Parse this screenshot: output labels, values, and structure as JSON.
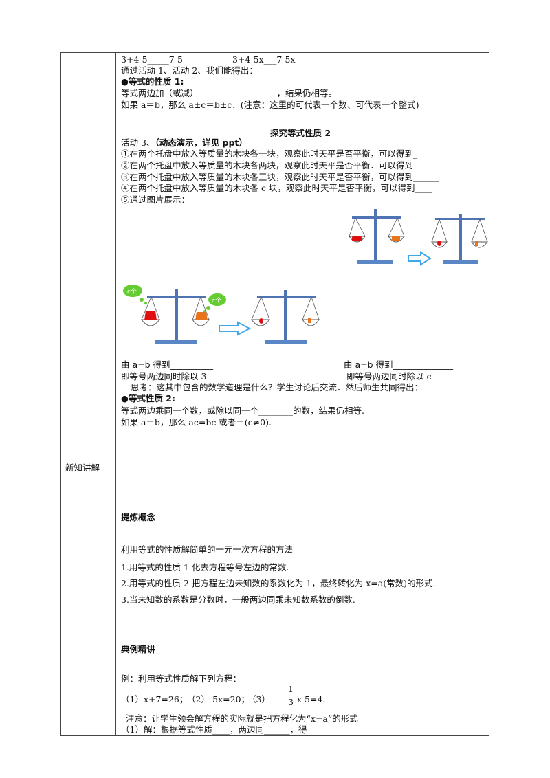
{
  "activity_lines": {
    "compare_left": "3+4-5_____7-5",
    "compare_right": "3+4-5x___7-5x",
    "conclusion_intro": "通过活动 1、活动 2、我们能得出："
  },
  "property1": {
    "heading": "●等式的性质 1:",
    "statement_prefix": "等式两边加（或减）",
    "statement_suffix": "，结果仍相等。",
    "formula": "如果 a＝b，那么 a±c＝b±c．(注意：这里的可代表一个数、可代表一个整式)"
  },
  "explore2": {
    "title": "探究等式性质 2",
    "activity_label": "活动 3、",
    "activity_note": "（动态演示，详见 ppt）",
    "steps": [
      "①在两个托盘中放入等质量的木块各一块，观察此时天平是否平衡，可以得到_",
      "②在两个托盘中放入等质量的木块各两块，观察此时天平是否平衡．可以得到______",
      "③在两个托盘中放入等质量的木块各三块，观察此时天平是否平衡，可以得到______",
      "④在两个托盘中放入等质量的木块各 c 块，观察此时天平是否平衡，可以得到____",
      "⑤通过图片展示："
    ],
    "bubble_label": "c个",
    "left_derive": "由 a=b 得到__________",
    "left_divide": "即等号两边同时除以 3",
    "right_derive": "由 a=b 得到______________",
    "right_divide": "即等号两边同时除以 c",
    "think": "思考：这其中包含的数学道理是什么？学生讨论后交流．然后师生共同得出："
  },
  "property2": {
    "heading": "●等式性质 2:",
    "statement": "等式两边乘同一个数，或除以同一个________的数，结果仍相等.",
    "formula": "如果 a＝b，那么 ac=bc 或者＝(c≠0)."
  },
  "section2": {
    "label": "新知讲解",
    "concept_heading": "提炼概念",
    "concept_intro": "利用等式的性质解简单的一元一次方程的方法",
    "concept_items": [
      "1.用等式的性质 1 化去方程等号左边的常数.",
      "2.用等式的性质 2 把方程左边未知数的系数化为 1，最终转化为 x=a(常数)的形式.",
      "3.当未知数的系数是分数时，一般两边同乘未知数系数的倒数."
    ],
    "example_heading": "典例精讲",
    "example_intro": "例：利用等式性质解下列方程：",
    "eq1": "（1）x+7=26；",
    "eq2": "（2）-5x=20；",
    "eq3_prefix": "（3）-",
    "eq3_num": "1",
    "eq3_den": "3",
    "eq3_suffix": "x-5=4.",
    "note": "注意：让学生领会解方程的实际就是把方程化为“x=a”的形式",
    "solution": "（1）解：根据等式性质____，两边同______，得"
  },
  "colors": {
    "scale_blue": "#4f73b3",
    "scale_base": "#5b86c5",
    "arrow_outline": "#3fa8e8",
    "block_red": "#e01010",
    "block_orange": "#e8741c",
    "bubble_green": "#66cc33"
  }
}
